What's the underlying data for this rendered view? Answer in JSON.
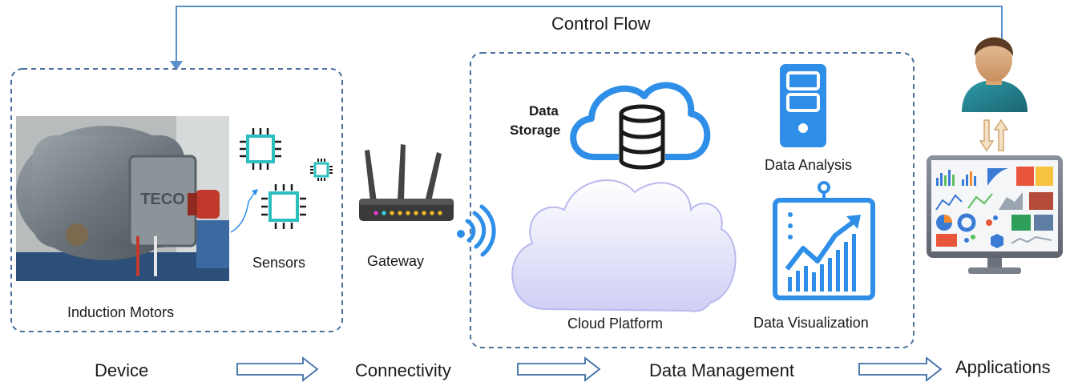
{
  "control_flow_label": "Control Flow",
  "device": {
    "motor_label": "Induction Motors",
    "motor_brand": "TECO",
    "sensors_label": "Sensors",
    "stage_label": "Device"
  },
  "connectivity": {
    "gateway_label": "Gateway",
    "stage_label": "Connectivity"
  },
  "data_management": {
    "storage_label_line1": "Data",
    "storage_label_line2": "Storage",
    "cloud_label": "Cloud Platform",
    "analysis_label": "Data Analysis",
    "visualization_label": "Data Visualization",
    "stage_label": "Data Management"
  },
  "applications": {
    "stage_label": "Applications"
  },
  "colors": {
    "dashed_border": "#4a6f9c",
    "icon_blue": "#2e8ee8",
    "chip_teal": "#2bbfbf",
    "cloud_fill": "#d8d8f6",
    "arrow": "#3e6fa6",
    "control_line": "#5b8fc9"
  }
}
